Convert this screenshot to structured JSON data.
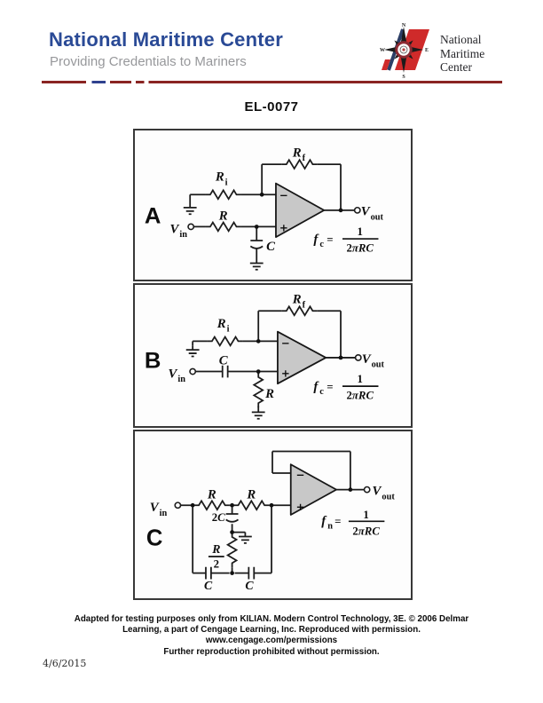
{
  "colors": {
    "title_blue": "#2a4a96",
    "subtitle_gray": "#97989b",
    "divider_maroon": "#8a2422",
    "divider_blue": "#2f418e",
    "logo_red": "#cf2a2a",
    "opamp_fill": "#c8c8c8"
  },
  "header": {
    "title": "National Maritime Center",
    "subtitle": "Providing Credentials to Mariners",
    "logo": {
      "line1": "National",
      "line2": "Maritime",
      "line3": "Center",
      "compass_n": "N",
      "compass_s": "S",
      "compass_e": "E",
      "compass_w": "W"
    }
  },
  "doc_number": "EL-0077",
  "circuits": {
    "a": {
      "letter": "A",
      "minus": "−",
      "plus": "+",
      "rf": {
        "main": "R",
        "sub": "f"
      },
      "ri": {
        "main": "R",
        "sub": "i"
      },
      "r": "R",
      "c": "C",
      "vin": {
        "main": "V",
        "sub": "in"
      },
      "vout": {
        "main": "V",
        "sub": "out"
      },
      "formula": {
        "sym": "f",
        "sub": "c",
        "eq": "=",
        "num": "1",
        "den_coeff": "2",
        "den_vars": "πRC"
      }
    },
    "b": {
      "letter": "B",
      "minus": "−",
      "plus": "+",
      "rf": {
        "main": "R",
        "sub": "f"
      },
      "ri": {
        "main": "R",
        "sub": "i"
      },
      "c": "C",
      "r": "R",
      "vin": {
        "main": "V",
        "sub": "in"
      },
      "vout": {
        "main": "V",
        "sub": "out"
      },
      "formula": {
        "sym": "f",
        "sub": "c",
        "eq": "=",
        "num": "1",
        "den_coeff": "2",
        "den_vars": "πRC"
      }
    },
    "c": {
      "letter": "C",
      "minus": "−",
      "plus": "+",
      "r1": "R",
      "r2": "R",
      "cap2c": {
        "coeff": "2",
        "var": "C"
      },
      "rhalf": {
        "num": "R",
        "den": "2"
      },
      "c1": "C",
      "c2": "C",
      "vin": {
        "main": "V",
        "sub": "in"
      },
      "vout": {
        "main": "V",
        "sub": "out"
      },
      "formula": {
        "sym": "f",
        "sub": "n",
        "eq": "=",
        "num": "1",
        "den_coeff": "2",
        "den_vars": "πRC"
      }
    }
  },
  "footer": {
    "line1": "Adapted for testing purposes only from KILIAN. Modern Control Technology, 3E. © 2006 Delmar",
    "line2": "Learning, a part of Cengage Learning, Inc. Reproduced with permission.",
    "line3": "www.cengage.com/permissions",
    "line4": "Further reproduction prohibited without permission.",
    "date": "4/6/2015"
  }
}
